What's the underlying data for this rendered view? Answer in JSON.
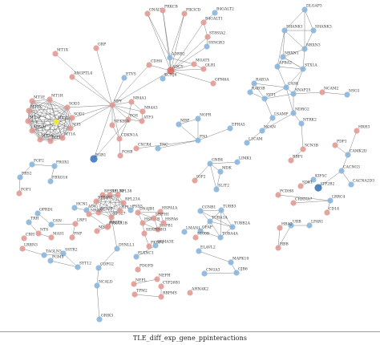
{
  "caption": "TLE_diff_exp_gene_ppinteractions",
  "colors": {
    "red": "#e29b95",
    "blue": "#8ab6db",
    "deep_red": "#d96e66",
    "deep_blue": "#3f78b8",
    "yellow": "#f2ee3a",
    "edge": "#5a5a5a"
  },
  "nodes": [
    {
      "id": "mt1",
      "label": "MT1E",
      "c": "red"
    },
    {
      "id": "mt2",
      "label": "MT1X",
      "c": "red"
    },
    {
      "id": "mt3",
      "label": "MT1F",
      "c": "red"
    },
    {
      "id": "mt4",
      "label": "MT1M",
      "c": "red"
    },
    {
      "id": "mt5",
      "label": "MT2A",
      "c": "red"
    },
    {
      "id": "mt6",
      "label": "MT1G",
      "c": "red"
    },
    {
      "id": "mt7",
      "label": "MT1A",
      "c": "red"
    },
    {
      "id": "mt8",
      "label": "MT3",
      "c": "red"
    },
    {
      "id": "sod1",
      "label": "SOD1",
      "c": "red"
    },
    {
      "id": "sod3",
      "label": "SOD3",
      "c": "red"
    },
    {
      "id": "mt9",
      "label": "MT1H",
      "c": "red"
    },
    {
      "id": "y1",
      "label": "MT1L",
      "c": "yellow"
    },
    {
      "id": "grp",
      "label": "GRP",
      "c": "red"
    },
    {
      "id": "angp",
      "label": "ANGPTL4",
      "c": "red"
    },
    {
      "id": "mt1x2",
      "label": "MT1X",
      "c": "red"
    },
    {
      "id": "hub1",
      "label": "NPY",
      "c": "red"
    },
    {
      "id": "etv",
      "label": "ETV5",
      "c": "blue"
    },
    {
      "id": "nr4a",
      "label": "NR4A1",
      "c": "red"
    },
    {
      "id": "nr4a3",
      "label": "NR4A3",
      "c": "red"
    },
    {
      "id": "atf3",
      "label": "ATF3",
      "c": "red"
    },
    {
      "id": "fos",
      "label": "FOS",
      "c": "red"
    },
    {
      "id": "cdkn",
      "label": "CDKN1A",
      "c": "red"
    },
    {
      "id": "fosb",
      "label": "FOSB",
      "c": "red"
    },
    {
      "id": "egr",
      "label": "EGR1",
      "c": "deep_blue"
    },
    {
      "id": "nfkb",
      "label": "NFKBIA",
      "c": "red"
    },
    {
      "id": "gnai",
      "label": "GNAI1",
      "c": "red"
    },
    {
      "id": "prkcb",
      "label": "PRKCB",
      "c": "red"
    },
    {
      "id": "pik3",
      "label": "PIK3CD",
      "c": "red"
    },
    {
      "id": "adrb",
      "label": "ADRB2",
      "c": "blue"
    },
    {
      "id": "b4galt",
      "label": "B4GALT1",
      "c": "red"
    },
    {
      "id": "st8s",
      "label": "ST8SIA2",
      "c": "red"
    },
    {
      "id": "syngr",
      "label": "SYNGR3",
      "c": "blue"
    },
    {
      "id": "olr",
      "label": "OLR1",
      "c": "red"
    },
    {
      "id": "hub2",
      "label": "ADCY",
      "c": "deep_red"
    },
    {
      "id": "kcn",
      "label": "KCNJ6",
      "c": "blue"
    },
    {
      "id": "mogat",
      "label": "MGAT5",
      "c": "red"
    },
    {
      "id": "b4g2",
      "label": "B4GALT2",
      "c": "blue"
    },
    {
      "id": "gpm",
      "label": "GPM6A",
      "c": "red"
    },
    {
      "id": "cdh",
      "label": "CDH4",
      "c": "red"
    },
    {
      "id": "shank",
      "label": "SHANK1",
      "c": "blue"
    },
    {
      "id": "dlgap",
      "label": "DLGAP3",
      "c": "blue"
    },
    {
      "id": "shank2",
      "label": "SHANK3",
      "c": "blue"
    },
    {
      "id": "nrxn",
      "label": "NRXN3",
      "c": "blue"
    },
    {
      "id": "nrxn2",
      "label": "NRXN1",
      "c": "blue"
    },
    {
      "id": "sty",
      "label": "STX1A",
      "c": "blue"
    },
    {
      "id": "apba",
      "label": "APBA2",
      "c": "blue"
    },
    {
      "id": "cask",
      "label": "CASK",
      "c": "blue"
    },
    {
      "id": "rab3",
      "label": "RAB3A",
      "c": "blue"
    },
    {
      "id": "rab3b",
      "label": "RAB3B",
      "c": "blue"
    },
    {
      "id": "syt",
      "label": "SYT1",
      "c": "blue"
    },
    {
      "id": "snap",
      "label": "SNAP25",
      "c": "blue"
    },
    {
      "id": "ncam",
      "label": "NCAM2",
      "c": "red"
    },
    {
      "id": "nsg",
      "label": "NSG1",
      "c": "blue"
    },
    {
      "id": "ndrg",
      "label": "NDRG2",
      "c": "blue"
    },
    {
      "id": "ntrk",
      "label": "NTRK2",
      "c": "blue"
    },
    {
      "id": "lsamp",
      "label": "LSAMP",
      "c": "blue"
    },
    {
      "id": "ncan",
      "label": "NCAN",
      "c": "blue"
    },
    {
      "id": "l1cam",
      "label": "L1CAM",
      "c": "blue"
    },
    {
      "id": "scn",
      "label": "SCN3B",
      "c": "red"
    },
    {
      "id": "rbp",
      "label": "RBP1",
      "c": "red"
    },
    {
      "id": "kif",
      "label": "KIF5C",
      "c": "blue"
    },
    {
      "id": "sdk",
      "label": "SDK1",
      "c": "red"
    },
    {
      "id": "pdp",
      "label": "PDP1",
      "c": "red"
    },
    {
      "id": "hrh",
      "label": "HRH3",
      "c": "red"
    },
    {
      "id": "camk",
      "label": "CAMK2D",
      "c": "blue"
    },
    {
      "id": "cacng",
      "label": "CACNG3",
      "c": "blue"
    },
    {
      "id": "cacna",
      "label": "CACNA2D3",
      "c": "blue"
    },
    {
      "id": "atp2b",
      "label": "ATP2B2",
      "c": "deep_blue"
    },
    {
      "id": "ngf",
      "label": "NGFR",
      "c": "blue"
    },
    {
      "id": "mbp",
      "label": "MBP",
      "c": "blue"
    },
    {
      "id": "epha",
      "label": "EPHA5",
      "c": "blue"
    },
    {
      "id": "fn1",
      "label": "FN1",
      "c": "blue"
    },
    {
      "id": "cxcr4",
      "label": "CXCR4",
      "c": "red"
    },
    {
      "id": "tnc",
      "label": "TNC",
      "c": "blue"
    },
    {
      "id": "gnb",
      "label": "GNB4",
      "c": "blue"
    },
    {
      "id": "lrpk",
      "label": "LIMK1",
      "c": "blue"
    },
    {
      "id": "mdk",
      "label": "MDK",
      "c": "blue"
    },
    {
      "id": "igf2",
      "label": "IGF2",
      "c": "red"
    },
    {
      "id": "slit",
      "label": "SLIT2",
      "c": "blue"
    },
    {
      "id": "fn",
      "label": "FRS2",
      "c": "blue"
    },
    {
      "id": "fgf1",
      "label": "FGF1",
      "c": "red"
    },
    {
      "id": "fgf2",
      "label": "FGF2",
      "c": "blue"
    },
    {
      "id": "prox",
      "label": "PROX1",
      "c": "blue"
    },
    {
      "id": "fbx",
      "label": "FBXO16",
      "c": "blue"
    },
    {
      "id": "rps1",
      "label": "RPS18",
      "c": "red"
    },
    {
      "id": "rps2",
      "label": "RPL30",
      "c": "red"
    },
    {
      "id": "rps3",
      "label": "RPL38",
      "c": "red"
    },
    {
      "id": "rps4",
      "label": "RPS4Y1",
      "c": "red"
    },
    {
      "id": "rps5",
      "label": "RPL23A",
      "c": "red"
    },
    {
      "id": "rps6",
      "label": "RPS29",
      "c": "red"
    },
    {
      "id": "rps7",
      "label": "RPS27",
      "c": "red"
    },
    {
      "id": "rps8",
      "label": "RPL21",
      "c": "red"
    },
    {
      "id": "adk",
      "label": "ADK",
      "c": "blue"
    },
    {
      "id": "bnip",
      "label": "BNIP3",
      "c": "red"
    },
    {
      "id": "mnx",
      "label": "MNX1",
      "c": "red"
    },
    {
      "id": "dynll",
      "label": "DYNLL1",
      "c": "blue"
    },
    {
      "id": "dna1",
      "label": "DNAJB1",
      "c": "red"
    },
    {
      "id": "dna2",
      "label": "HSPA1A",
      "c": "red"
    },
    {
      "id": "dna3",
      "label": "HSPA1B",
      "c": "red"
    },
    {
      "id": "dna4",
      "label": "HSPH1",
      "c": "red"
    },
    {
      "id": "dna5",
      "label": "HSPB1",
      "c": "red"
    },
    {
      "id": "dna6",
      "label": "HSPA6",
      "c": "red"
    },
    {
      "id": "serp",
      "label": "SERPINH1",
      "c": "red"
    },
    {
      "id": "fkbp",
      "label": "FKBP4",
      "c": "red"
    },
    {
      "id": "ccn",
      "label": "CCNB1",
      "c": "blue"
    },
    {
      "id": "tub1",
      "label": "TUBB3",
      "c": "blue"
    },
    {
      "id": "tub2",
      "label": "TUBA1A",
      "c": "blue"
    },
    {
      "id": "tub3",
      "label": "TUBB2A",
      "c": "blue"
    },
    {
      "id": "tub4",
      "label": "TUBA4A",
      "c": "blue"
    },
    {
      "id": "gfap",
      "label": "GFAP",
      "c": "blue"
    },
    {
      "id": "s100",
      "label": "S100B",
      "c": "red"
    },
    {
      "id": "elav",
      "label": "ELAVL2",
      "c": "blue"
    },
    {
      "id": "mapk",
      "label": "MAPK10",
      "c": "blue"
    },
    {
      "id": "cnga",
      "label": "CNGA3",
      "c": "blue"
    },
    {
      "id": "gjb",
      "label": "GJB6",
      "c": "blue"
    },
    {
      "id": "hbb",
      "label": "HBB",
      "c": "red"
    },
    {
      "id": "ubb",
      "label": "UBB",
      "c": "blue"
    },
    {
      "id": "hba",
      "label": "HBA2",
      "c": "red"
    },
    {
      "id": "lpar",
      "label": "LPAR1",
      "c": "blue"
    },
    {
      "id": "pcdh",
      "label": "PCDH8",
      "c": "red"
    },
    {
      "id": "lrrk",
      "label": "LRRC4",
      "c": "blue"
    },
    {
      "id": "chrn",
      "label": "CHRNA7",
      "c": "red"
    },
    {
      "id": "cd14",
      "label": "CD14",
      "c": "red"
    },
    {
      "id": "lman",
      "label": "LMAN1",
      "c": "blue"
    },
    {
      "id": "plxn",
      "label": "PLXNC1",
      "c": "blue"
    },
    {
      "id": "sema",
      "label": "SEMA3E",
      "c": "blue"
    },
    {
      "id": "pdgf",
      "label": "PDGFD",
      "c": "red"
    },
    {
      "id": "copg",
      "label": "COPG2",
      "c": "blue"
    },
    {
      "id": "ncald",
      "label": "NCALD",
      "c": "blue"
    },
    {
      "id": "grik",
      "label": "GRIK3",
      "c": "blue"
    },
    {
      "id": "nefh",
      "label": "NEFH",
      "c": "red"
    },
    {
      "id": "nefl",
      "label": "NEFL",
      "c": "red"
    },
    {
      "id": "cyp",
      "label": "CYP26B1",
      "c": "red"
    },
    {
      "id": "tpm",
      "label": "TPM2",
      "c": "red"
    },
    {
      "id": "rbpms",
      "label": "RBPMS",
      "c": "red"
    },
    {
      "id": "ahnak",
      "label": "AHNAK2",
      "c": "red"
    },
    {
      "id": "opn",
      "label": "OPRD1",
      "c": "blue"
    },
    {
      "id": "trh",
      "label": "TRH",
      "c": "blue"
    },
    {
      "id": "nts",
      "label": "NTS",
      "c": "red"
    },
    {
      "id": "cts",
      "label": "CRH",
      "c": "red"
    },
    {
      "id": "mas",
      "label": "MAS1",
      "c": "red"
    },
    {
      "id": "gsn",
      "label": "GSN",
      "c": "blue"
    },
    {
      "id": "lrp",
      "label": "LRP1",
      "c": "red"
    },
    {
      "id": "pnp",
      "label": "PNP",
      "c": "red"
    },
    {
      "id": "ibrn",
      "label": "LRRN3",
      "c": "red"
    },
    {
      "id": "tagl",
      "label": "TAGLN3",
      "c": "blue"
    },
    {
      "id": "sst",
      "label": "SSTR2",
      "c": "blue"
    },
    {
      "id": "pgm",
      "label": "PGM5",
      "c": "blue"
    },
    {
      "id": "syt2",
      "label": "SYT12",
      "c": "blue"
    },
    {
      "id": "prkar",
      "label": "PRKAR1B",
      "c": "red"
    },
    {
      "id": "hcn",
      "label": "HCN1",
      "c": "blue"
    },
    {
      "id": "nrgn",
      "label": "NRGN",
      "c": "red"
    },
    {
      "id": "psd",
      "label": "PSD3",
      "c": "blue"
    }
  ]
}
